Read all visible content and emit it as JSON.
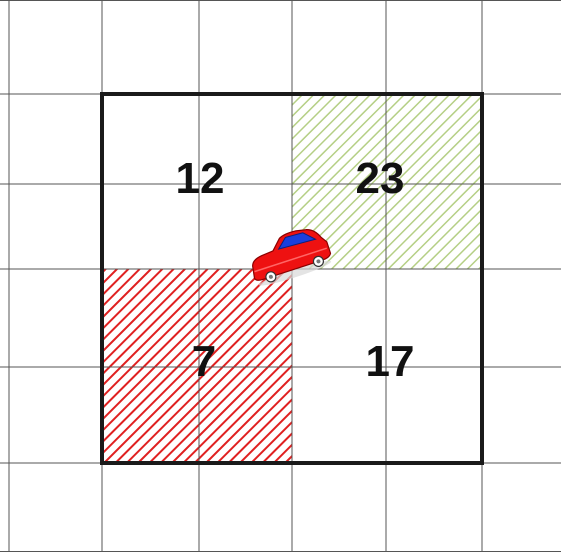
{
  "diagram": {
    "quadrants": [
      {
        "id": "top-left",
        "label": "12",
        "fill": "none"
      },
      {
        "id": "top-right",
        "label": "23",
        "fill": "green-hatch"
      },
      {
        "id": "bottom-left",
        "label": "7",
        "fill": "red-hatch"
      },
      {
        "id": "bottom-right",
        "label": "17",
        "fill": "none"
      }
    ],
    "colors": {
      "grid_line": "#555555",
      "border": "#1a1a1a",
      "green_hatch": "#b5cf85",
      "red_hatch": "#e02020",
      "car_body": "#ee1111",
      "car_window": "#1a3fdd"
    },
    "icons": [
      "car-icon"
    ]
  }
}
